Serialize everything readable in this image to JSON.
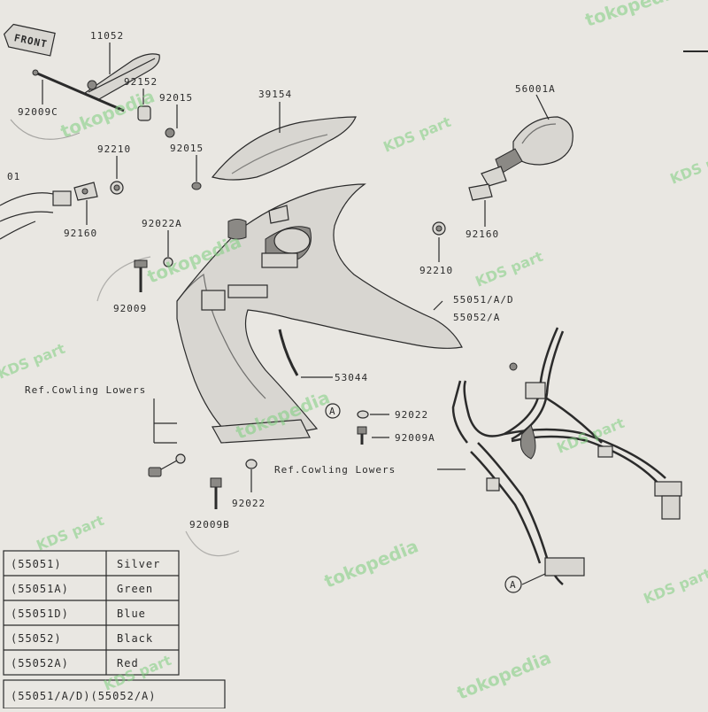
{
  "front_label": "FRONT",
  "parts": {
    "p11052": "11052",
    "p92152": "92152",
    "p92015a": "92015",
    "p92009c": "92009C",
    "p39154": "39154",
    "p56001a": "56001A",
    "p92015b": "92015",
    "p92210a": "92210",
    "p01": "01",
    "p92160a": "92160",
    "p92022a": "92022A",
    "p92160b": "92160",
    "p92210b": "92210",
    "p92009": "92009",
    "p55051": "55051/A/D",
    "p55052": "55052/A",
    "p53044": "53044",
    "p92022b": "92022",
    "p92009a": "92009A",
    "p92022c": "92022",
    "p92009b": "92009B"
  },
  "refs": {
    "cowling_lowers_1": "Ref.Cowling Lowers",
    "cowling_lowers_2": "Ref.Cowling Lowers",
    "marker_a": "A"
  },
  "color_table": [
    {
      "code": "(55051)",
      "color": "Silver"
    },
    {
      "code": "(55051A)",
      "color": "Green"
    },
    {
      "code": "(55051D)",
      "color": "Blue"
    },
    {
      "code": "(55052)",
      "color": "Black"
    },
    {
      "code": "(55052A)",
      "color": "Red"
    }
  ],
  "footer_text": "(55051/A/D)(55052/A)",
  "watermarks": {
    "tokopedia": "tokopedia",
    "kds": "KDS part"
  }
}
